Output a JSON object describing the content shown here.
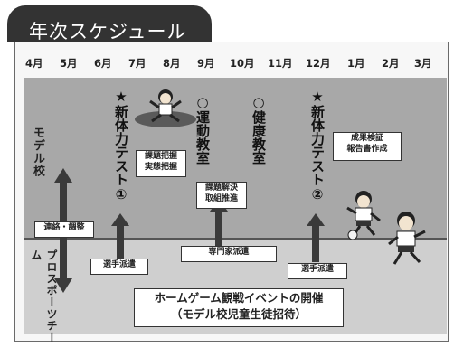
{
  "title": "年次スケジュール",
  "months": [
    "4月",
    "5月",
    "6月",
    "7月",
    "8月",
    "9月",
    "10月",
    "11月",
    "12月",
    "1月",
    "2月",
    "3月"
  ],
  "rows": {
    "top": "モデル校",
    "bottom": "プロスポーツチーム"
  },
  "events": {
    "fitness_test_1": "★新体力テスト①",
    "sports_class": "○運動教室",
    "health_class": "○健康教室",
    "fitness_test_2": "★新体力テスト②"
  },
  "boxes": {
    "liaison": "連絡・調整",
    "issue_grasp": [
      "課題把握",
      "実態把握"
    ],
    "issue_solve": [
      "課題解決",
      "取組推進"
    ],
    "results": [
      "成果検証",
      "報告書作成"
    ],
    "athlete_dispatch_1": "選手派遣",
    "expert_dispatch": "専門家派遣",
    "athlete_dispatch_2": "選手派遣",
    "home_game": [
      "ホームゲーム観戦イベントの開催",
      "（モデル校児童生徒招待）"
    ]
  },
  "colors": {
    "title_bg": "#333333",
    "band_top": "#a8a8a8",
    "band_bottom": "#cfcfcf"
  }
}
